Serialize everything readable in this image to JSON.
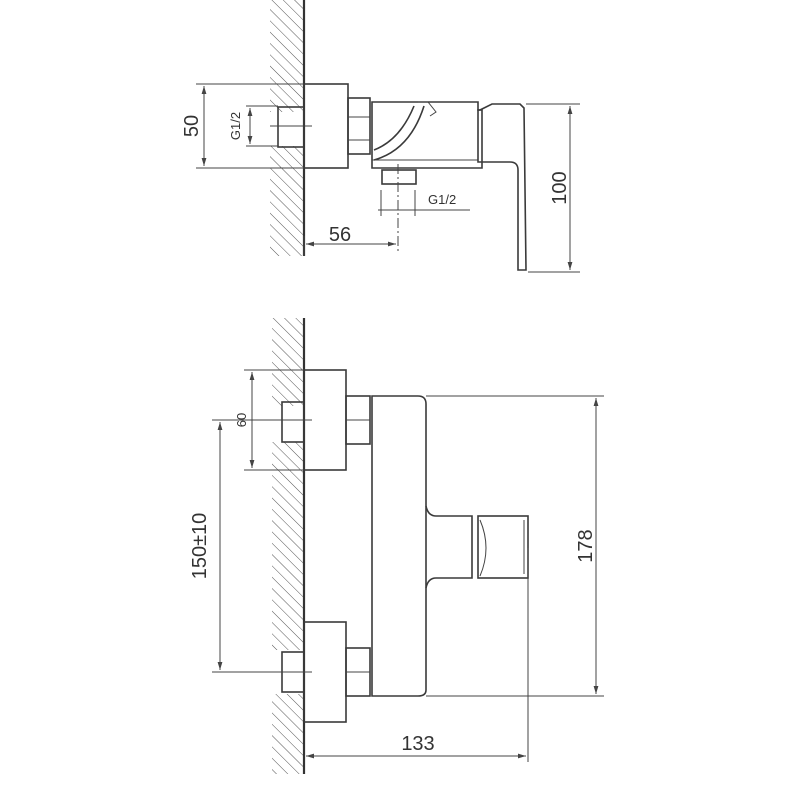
{
  "drawing": {
    "title": "Wall-mounted shower mixer dimension drawing",
    "line_color": "#333333",
    "background": "#ffffff"
  },
  "side_view": {
    "dimensions": {
      "height_flange": "50",
      "thread_inlet": "G1/2",
      "thread_outlet": "G1/2",
      "depth_outlet": "56",
      "height_total": "100"
    }
  },
  "front_view": {
    "dimensions": {
      "inlet_flange": "60",
      "inlet_spacing": "150±10",
      "height_total": "178",
      "depth_total": "133"
    }
  }
}
